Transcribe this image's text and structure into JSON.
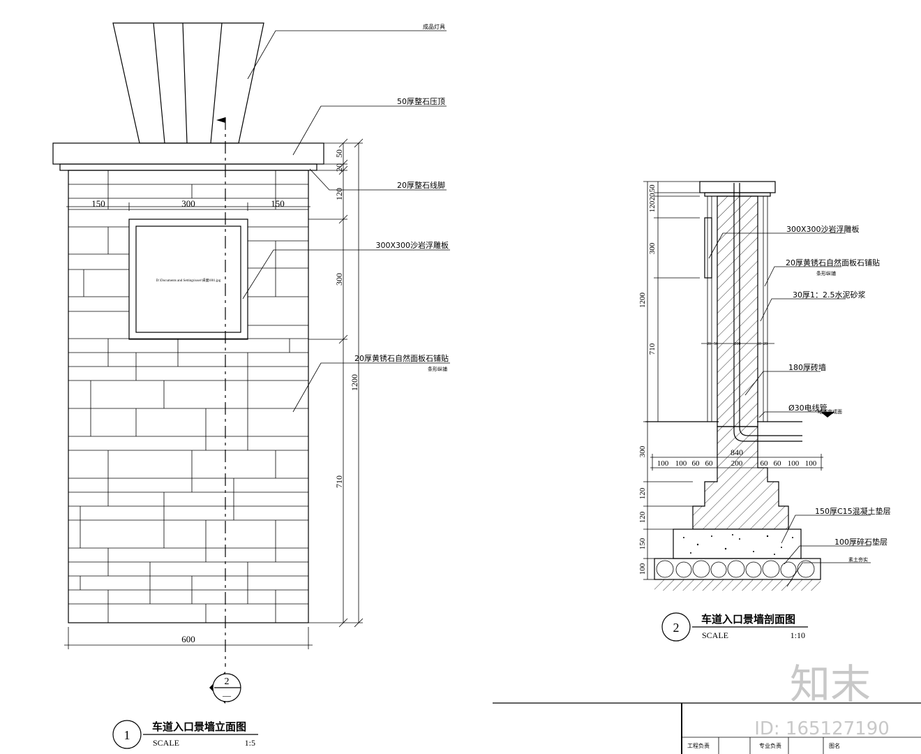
{
  "elevation": {
    "title": "车道入口景墙立面图",
    "scale_label": "SCALE",
    "scale_value": "1:5",
    "number": "1",
    "section_ref": "2",
    "section_ref_sub": "—",
    "image_path": "D:\\Documents and Settings\\user\\桌面\\001.jpg",
    "callouts": [
      "成品灯具",
      "50厚整石压顶",
      "20厚整石线脚",
      "300X300沙岩浮雕板",
      "20厚黄锈石自然面板石铺贴",
      "条形纵铺"
    ],
    "dims_top": [
      "150",
      "300",
      "150"
    ],
    "dim_bottom": "600",
    "dims_right_inner": [
      "50",
      "20",
      "120",
      "300",
      "710"
    ],
    "dim_right_outer": "1200"
  },
  "section": {
    "title": "车道入口景墙剖面图",
    "scale_label": "SCALE",
    "scale_value": "1:10",
    "number": "2",
    "callouts": [
      "300X300沙岩浮雕板",
      "20厚黄锈石自然面板石铺贴",
      "条形纵铺",
      "30厚1：2.5水泥砂浆",
      "180厚砖墙",
      "Ø30电线管",
      "100厚碎石垫层",
      "150厚C15混凝土垫层",
      "素土夯实",
      "地面完成面"
    ],
    "dims_left_upper": [
      "50",
      "20",
      "120",
      "300",
      "710"
    ],
    "dim_left_outer": "1200",
    "dims_left_lower": [
      "300",
      "120",
      "120",
      "150",
      "100"
    ],
    "dims_small": [
      "20",
      "50",
      "200",
      "50",
      "20"
    ],
    "dim_base_total": "840",
    "dims_base": [
      "100",
      "100",
      "60",
      "60",
      "200",
      "60",
      "60",
      "100",
      "100"
    ]
  },
  "title_block": {
    "cells": [
      "工程负责",
      "专业负责",
      "图名"
    ]
  },
  "watermark": {
    "brand": "知末",
    "id": "ID: 165127190"
  }
}
